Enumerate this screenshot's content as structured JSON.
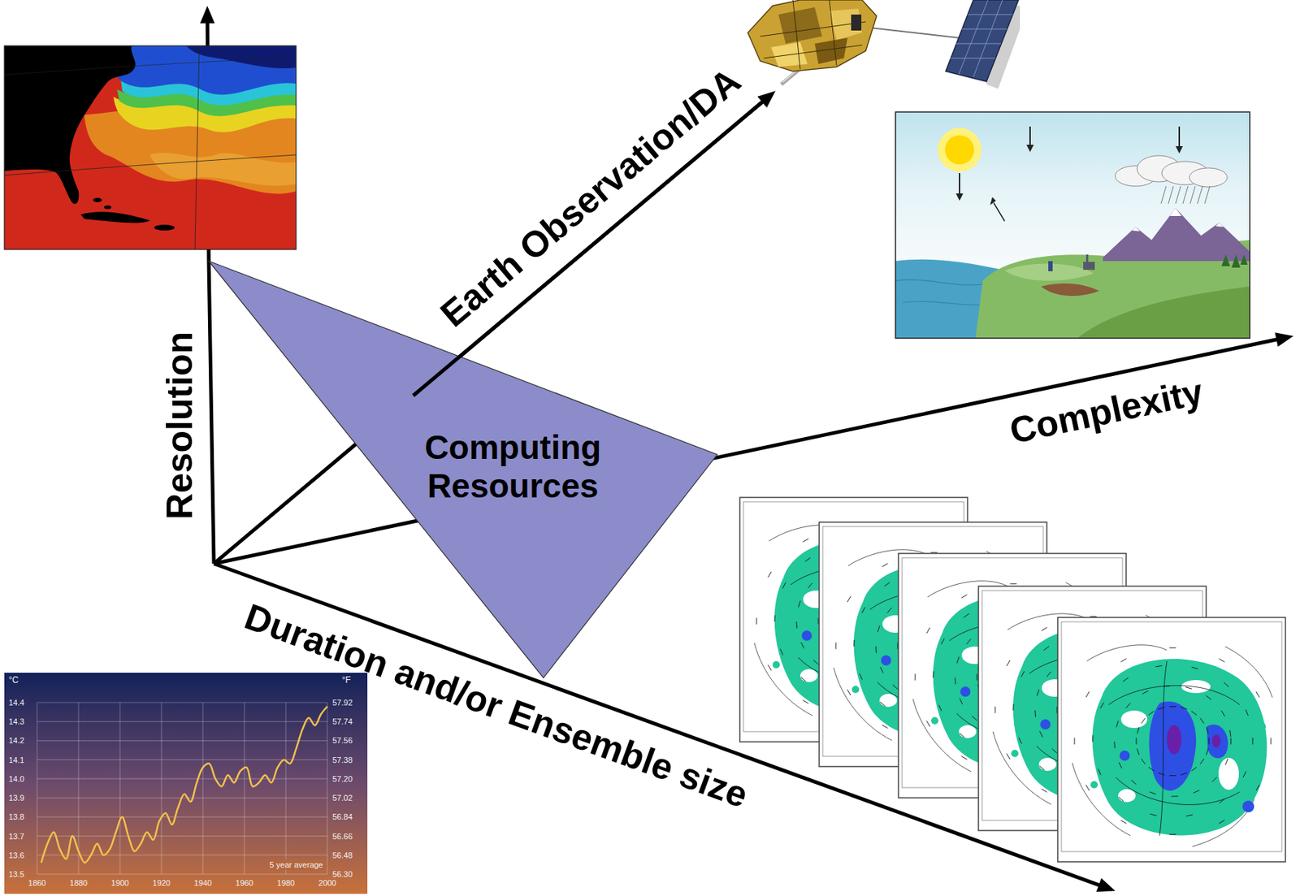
{
  "diagram": {
    "nodes": [
      {
        "text": [
          "Computing Resources"
        ]
      }
    ],
    "labels": [
      "Resolution",
      "Earth Observation/DA",
      "Complexity",
      "Duration and/or Ensemble size",
      "°C",
      "14.4",
      "14.3",
      "14.2",
      "14.1",
      "14.0",
      "13.9",
      "13.8",
      "13.7",
      "13.6",
      "13.5",
      "°F",
      "57.92",
      "57.74",
      "57.56",
      "57.38",
      "57.20",
      "57.02",
      "56.84",
      "56.66",
      "56.48",
      "56.30",
      "1860",
      "1880",
      "1900",
      "1920",
      "1940",
      "1960",
      "1980",
      "2000",
      "5 year average"
    ]
  }
}
